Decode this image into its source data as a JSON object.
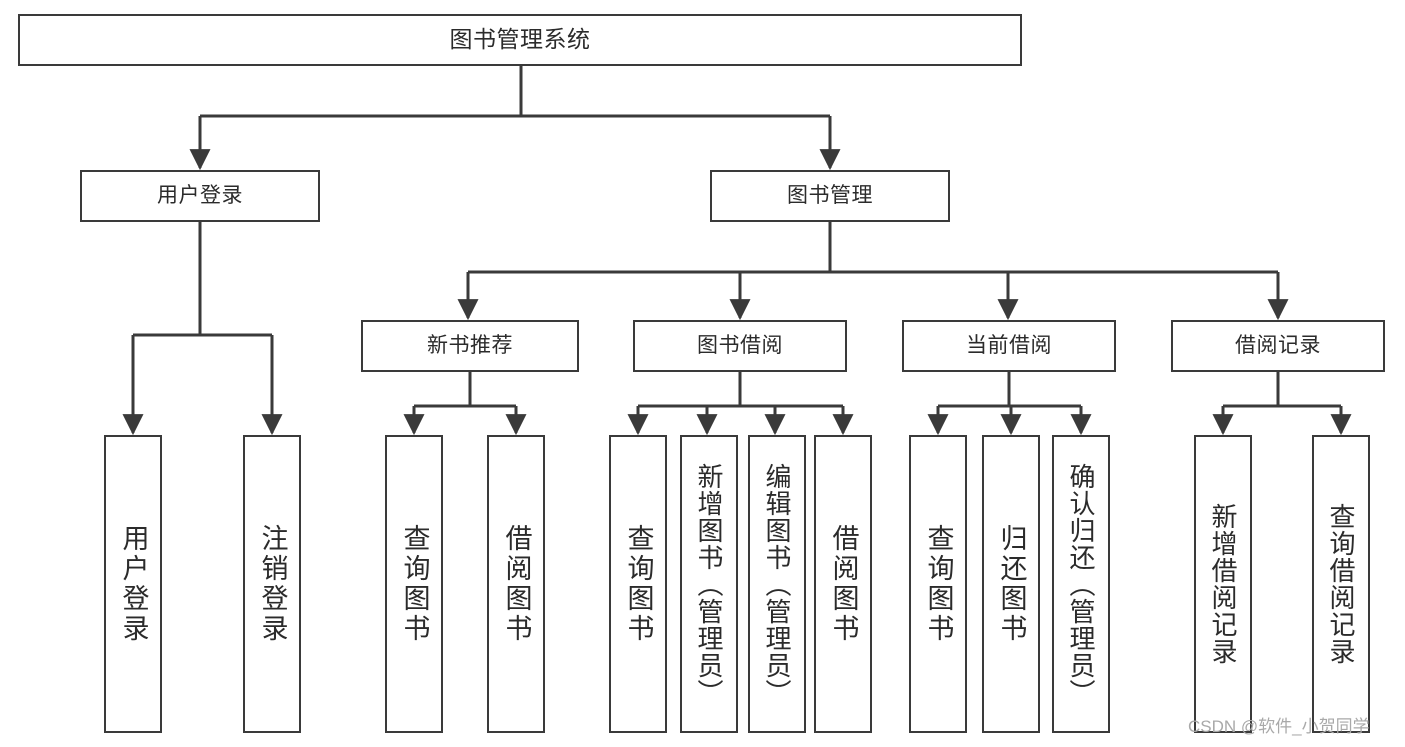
{
  "diagram": {
    "title": "图书管理系统",
    "type": "tree",
    "root": {
      "id": "root",
      "label": "图书管理系统"
    },
    "level2": [
      {
        "id": "user-login",
        "label": "用户登录"
      },
      {
        "id": "book-manage",
        "label": "图书管理"
      }
    ],
    "level3": [
      {
        "id": "new-rec",
        "label": "新书推荐",
        "parent": "book-manage"
      },
      {
        "id": "borrow",
        "label": "图书借阅",
        "parent": "book-manage"
      },
      {
        "id": "current",
        "label": "当前借阅",
        "parent": "book-manage"
      },
      {
        "id": "records",
        "label": "借阅记录",
        "parent": "book-manage"
      }
    ],
    "leaves": [
      {
        "id": "l-user-login",
        "label": "用户登录",
        "parent": "user-login"
      },
      {
        "id": "l-user-logout",
        "label": "注销登录",
        "parent": "user-login"
      },
      {
        "id": "l-nr-query",
        "label": "查询图书",
        "parent": "new-rec"
      },
      {
        "id": "l-nr-borrow",
        "label": "借阅图书",
        "parent": "new-rec"
      },
      {
        "id": "l-bb-query",
        "label": "查询图书",
        "parent": "borrow"
      },
      {
        "id": "l-bb-add",
        "label": "新增图书（管理员）",
        "parent": "borrow"
      },
      {
        "id": "l-bb-edit",
        "label": "编辑图书（管理员）",
        "parent": "borrow"
      },
      {
        "id": "l-bb-borrow",
        "label": "借阅图书",
        "parent": "borrow"
      },
      {
        "id": "l-cb-query",
        "label": "查询图书",
        "parent": "current"
      },
      {
        "id": "l-cb-return",
        "label": "归还图书",
        "parent": "current"
      },
      {
        "id": "l-cb-confirm",
        "label": "确认归还（管理员）",
        "parent": "current"
      },
      {
        "id": "l-rc-add",
        "label": "新增借阅记录",
        "parent": "records"
      },
      {
        "id": "l-rc-query",
        "label": "查询借阅记录",
        "parent": "records"
      }
    ],
    "colors": {
      "box_border": "#3a3a3a",
      "box_fill": "#ffffff",
      "connector": "#3a3a3a",
      "text": "#2b2b2b",
      "watermark": "#a9a9a9",
      "background": "#ffffff"
    }
  },
  "watermark": {
    "text": "CSDN @软件_小贺同学"
  }
}
